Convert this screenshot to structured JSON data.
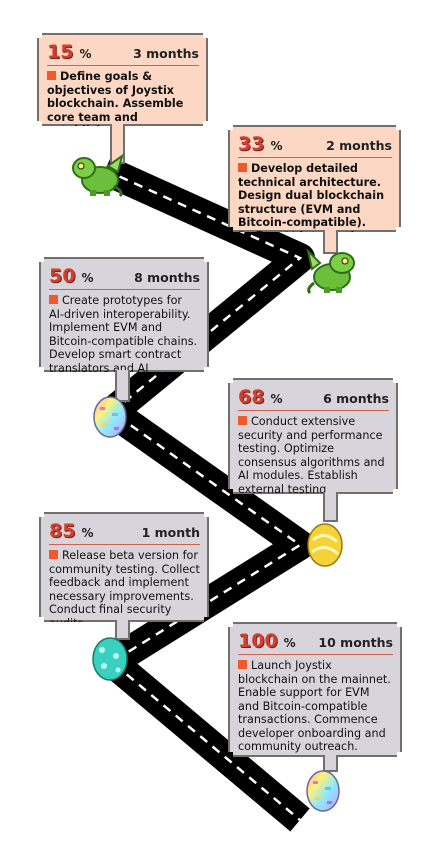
{
  "milestones": [
    {
      "percent": "15",
      "unit": "%",
      "duration": "3 months",
      "text": "Define goals & objectives of Joystix blockchain. Assemble core team and establish collaborations."
    },
    {
      "percent": "33",
      "unit": "%",
      "duration": "2 months",
      "text": "Develop detailed technical architecture. Design dual blockchain structure (EVM and Bitcoin-compatible). Define AI integration points."
    },
    {
      "percent": "50",
      "unit": "%",
      "duration": "8 months",
      "text": "Create prototypes for AI-driven interoperability. Implement EVM and Bitcoin-compatible chains. Develop smart contract translators and AI modules."
    },
    {
      "percent": "68",
      "unit": "%",
      "duration": "6 months",
      "text": "Conduct extensive security and performance testing. Optimize consensus algorithms and AI modules. Establish external testing partnerships."
    },
    {
      "percent": "85",
      "unit": "%",
      "duration": "1 month",
      "text": "Release beta version for community testing. Collect feedback and implement necessary improvements. Conduct final security audits."
    },
    {
      "percent": "100",
      "unit": "%",
      "duration": "10 months",
      "text": "Launch Joystix blockchain on the mainnet. Enable support for EVM and Bitcoin-compatible transactions. Commence developer onboarding and community outreach."
    }
  ],
  "sprites": [
    "dragon-icon",
    "dragon-icon",
    "rainbow-egg-icon",
    "yellow-egg-icon",
    "teal-egg-icon",
    "rainbow-egg-icon"
  ],
  "colors": {
    "accent": "#f05a2a",
    "percent": "#d04030",
    "peach_card": "#fcd7c4",
    "gray_card": "#d8d4dc",
    "road": "#000000"
  }
}
